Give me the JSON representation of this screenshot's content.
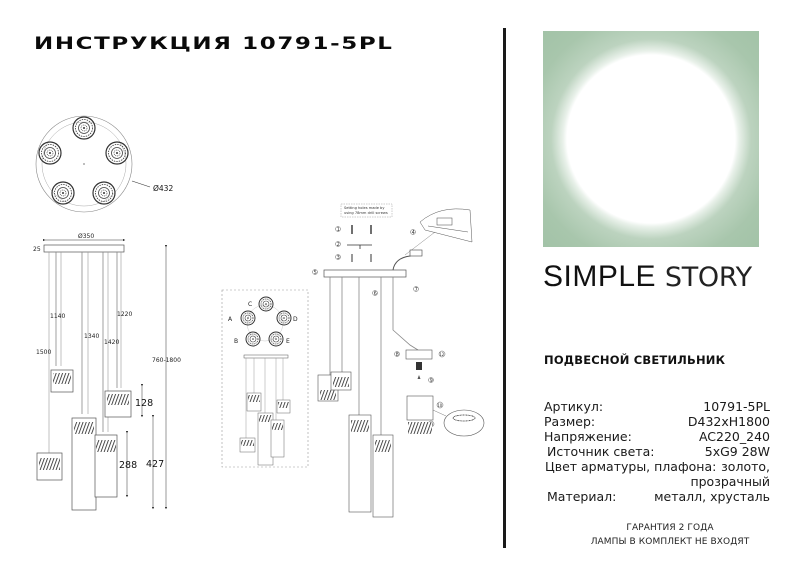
{
  "header": {
    "title": "ИНСТРУКЦИЯ 10791-5PL"
  },
  "top_view": {
    "diameter_label": "Ø432"
  },
  "side_view": {
    "canopy_width_label": "Ø350",
    "canopy_height_label": "25",
    "cable_lengths": [
      "1500",
      "1140",
      "1340",
      "1420",
      "1220"
    ],
    "total_height_label": "760-1800",
    "shade_heights": [
      "128",
      "288",
      "427"
    ]
  },
  "layout_diagram": {
    "position_labels": [
      "A",
      "B",
      "C",
      "D",
      "E"
    ]
  },
  "assembly": {
    "note": "Setting holes made by using 78mm drill screws",
    "steps": [
      "1",
      "2",
      "3",
      "4",
      "5",
      "6",
      "7",
      "8",
      "9",
      "10",
      "12",
      "13"
    ]
  },
  "brand": {
    "name_bold": "SIMPLE",
    "name_light": "STORY",
    "accent_color": "#a1c2a6"
  },
  "product": {
    "type": "ПОДВЕСНОЙ СВЕТИЛЬНИК",
    "specs": [
      {
        "label": "Артикул:",
        "value": "10791-5PL"
      },
      {
        "label": "Размер:",
        "value": "D432xH1800"
      },
      {
        "label": "Напряжение:",
        "value": "AC220_240"
      },
      {
        "label": "Источник света:",
        "value": "5xG9 28W"
      },
      {
        "label": "Цвет арматуры, плафона:",
        "value": "золото,",
        "value2": "прозрачный"
      },
      {
        "label": "Материал:",
        "value": "металл, хрусталь"
      }
    ]
  },
  "footer": {
    "line1": "ГАРАНТИЯ 2 ГОДА",
    "line2": "ЛАМПЫ В КОМПЛЕКТ НЕ ВХОДЯТ"
  }
}
